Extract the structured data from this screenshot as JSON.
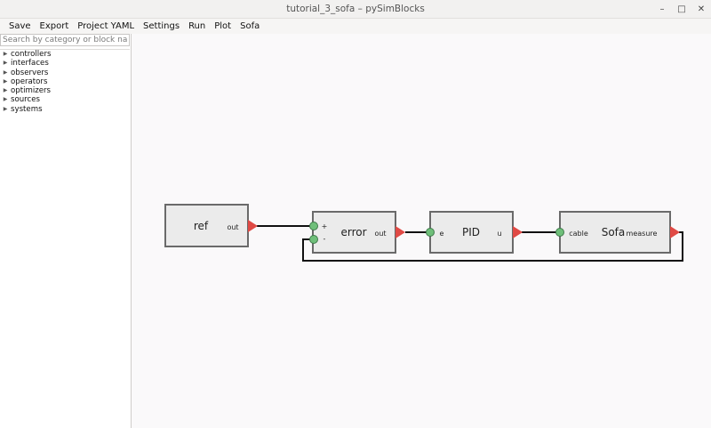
{
  "window": {
    "title": "tutorial_3_sofa – pySimBlocks",
    "minimize_icon": "minimize-icon",
    "maximize_icon": "maximize-icon",
    "close_icon": "close-icon"
  },
  "menu": [
    "Save",
    "Export",
    "Project YAML",
    "Settings",
    "Run",
    "Plot",
    "Sofa"
  ],
  "sidebar": {
    "search_placeholder": "Search by category or block name...",
    "categories": [
      "controllers",
      "interfaces",
      "observers",
      "operators",
      "optimizers",
      "sources",
      "systems"
    ]
  },
  "diagram": {
    "blocks": {
      "ref": {
        "title": "ref",
        "out_port": "out"
      },
      "error": {
        "title": "error",
        "in_plus": "+",
        "in_minus": "-",
        "out_port": "out"
      },
      "pid": {
        "title": "PID",
        "in_port": "e",
        "out_port": "u"
      },
      "sofa": {
        "title": "Sofa",
        "in_port": "cable",
        "out_port": "measure"
      }
    },
    "colors": {
      "block_fill": "#ebebeb",
      "block_border": "#6a6a6a",
      "input_port": "#6fbf7a",
      "output_port": "#e04a45",
      "wire": "#111111"
    }
  }
}
